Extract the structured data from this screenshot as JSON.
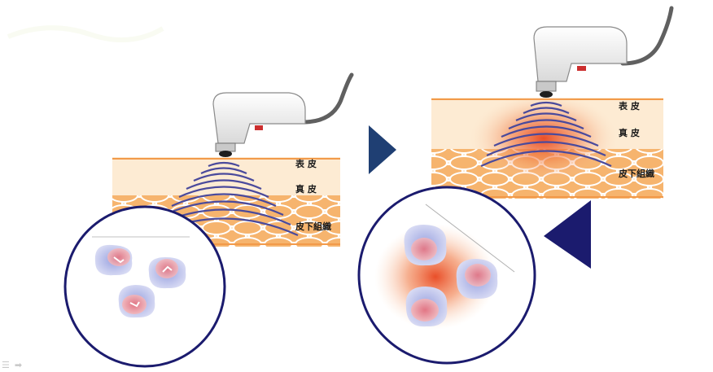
{
  "panel_before": {
    "labels": {
      "epidermis": "表 皮",
      "dermis": "真 皮",
      "subcutis": "皮下組織"
    }
  },
  "panel_after": {
    "labels": {
      "epidermis": "表 皮",
      "dermis": "真 皮",
      "subcutis": "皮下組織"
    }
  },
  "colors": {
    "skin_fill": "#fdebd3",
    "skin_line": "#f29a4a",
    "fat_cell": "#f6b46e",
    "wave": "#4a4a9c",
    "arrow": "#1f3f73",
    "circle_border": "#1b1b6e",
    "heat": "#e8451e"
  },
  "icons": {
    "prev": "menu-icon",
    "next": "arrow-right-icon"
  }
}
